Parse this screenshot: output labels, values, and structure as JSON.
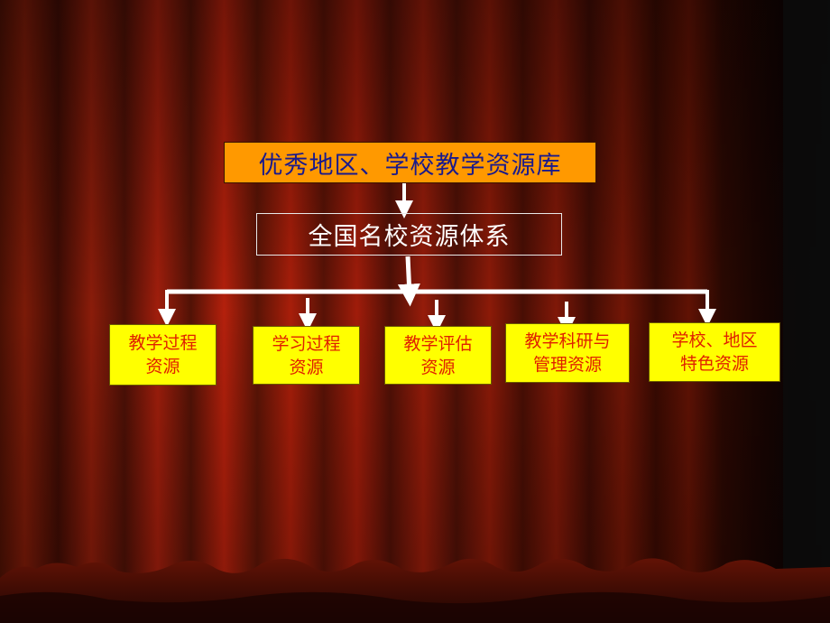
{
  "diagram": {
    "root": {
      "label": "优秀地区、学校教学资源库"
    },
    "system": {
      "label": "全国名校资源体系"
    },
    "resources": [
      {
        "line1": "教学过程",
        "line2": "资源"
      },
      {
        "line1": "学习过程",
        "line2": "资源"
      },
      {
        "line1": "教学评估",
        "line2": "资源"
      },
      {
        "line1": "教学科研与",
        "line2": "管理资源"
      },
      {
        "line1": "学校、地区",
        "line2": "特色资源"
      }
    ]
  },
  "colors": {
    "root_fill": "#ff9900",
    "root_text": "#1a1a8c",
    "leaf_fill": "#ffff00",
    "leaf_text": "#e02000",
    "connector": "#ffffff",
    "curtain_dark": "#3a0c04",
    "curtain_light": "#b81e0a"
  }
}
